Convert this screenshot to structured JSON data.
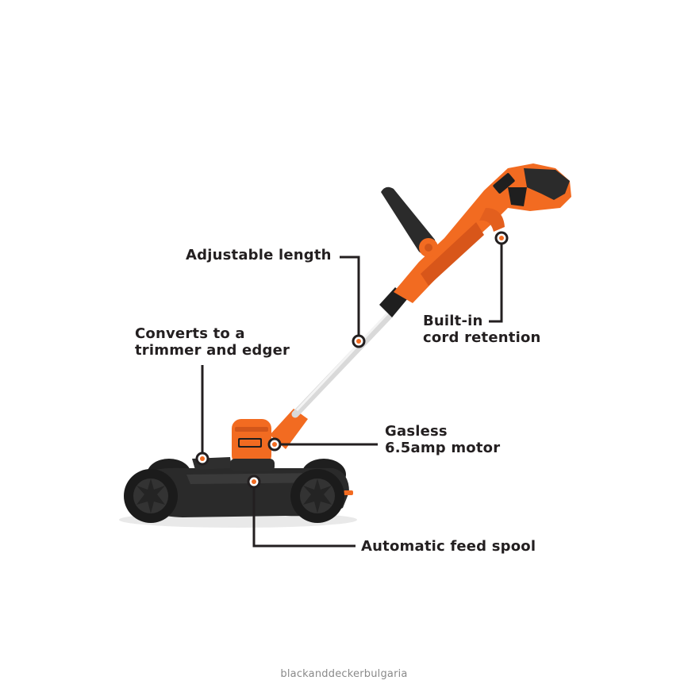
{
  "callouts": {
    "adjustable_length": "Adjustable length",
    "converts": [
      "Converts to a",
      "trimmer and edger"
    ],
    "built_in": [
      "Built-in",
      "cord retention"
    ],
    "gasless": [
      "Gasless",
      "6.5amp motor"
    ],
    "feed_spool": "Automatic feed spool"
  },
  "footer": {
    "site": "blackanddeckerbulgaria"
  },
  "colors": {
    "brand_orange": "#f26b21",
    "body_dark": "#2b2b2b",
    "callout_line": "#231f20",
    "background": "#ffffff"
  },
  "icons": {
    "marker": "callout-dot-icon",
    "wheel": "wheel-icon"
  }
}
